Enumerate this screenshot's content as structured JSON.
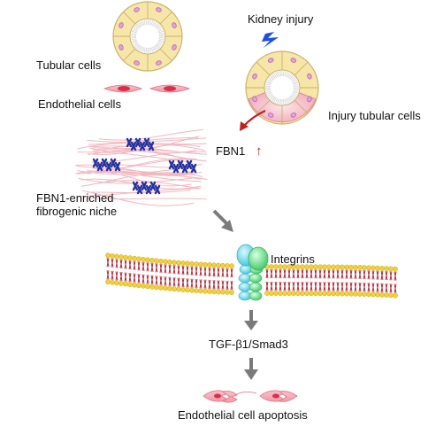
{
  "labels": {
    "tubular_cells": "Tubular cells",
    "endothelial_cells": "Endothelial cells",
    "kidney_injury": "Kidney injury",
    "injury_tubular_cells": "Injury tubular cells",
    "fbn1": "FBN1",
    "fbn1_arrow": "↑",
    "niche_line1": "FBN1-enriched",
    "niche_line2": "fibrogenic niche",
    "integrins": "Integrins",
    "pathway": "TGF-β1/Smad3",
    "apoptosis": "Endothelial cell apoptosis"
  },
  "colors": {
    "tubule_outer": "#F6E6A8",
    "tubule_inner": "#ffffff",
    "tubule_nucleus": "#E8A0E0",
    "endothelial": "#E0405A",
    "fiber": "#F2B8C0",
    "fbn1_blue": "#2530A0",
    "lipid_head": "#F2D13A",
    "integrin_cyan": "#5FD8E8",
    "integrin_green": "#55D87A",
    "arrow_gray": "#7A7A7A",
    "arrow_red": "#C0201F",
    "lightning": "#1E4FE0"
  }
}
